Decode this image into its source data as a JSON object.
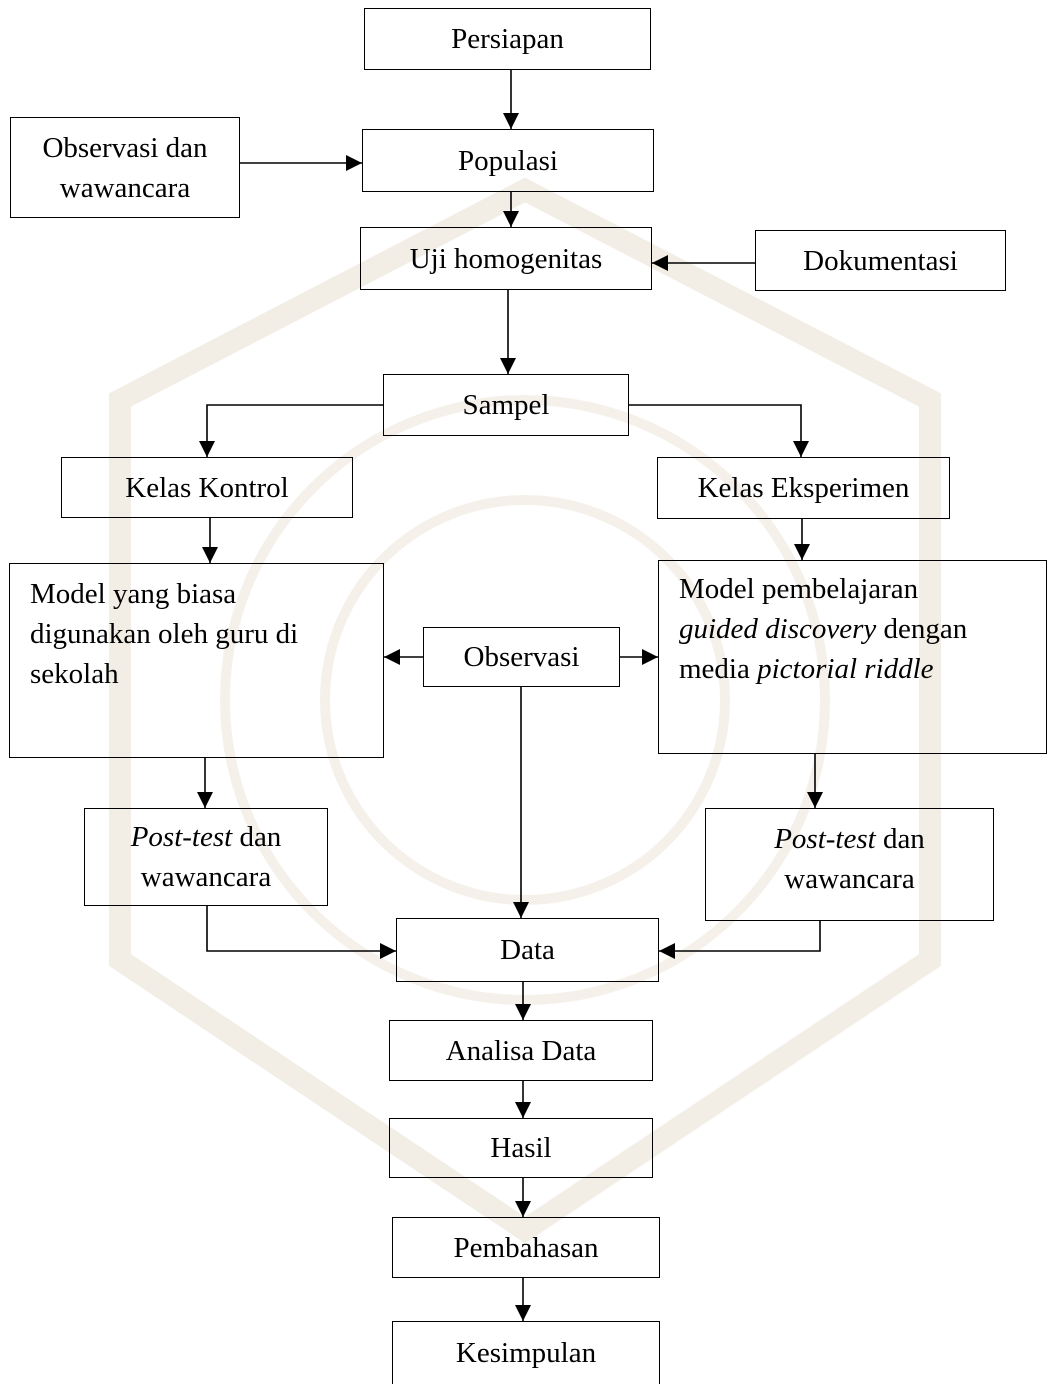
{
  "diagram": {
    "nodes": {
      "persiapan": "Persiapan",
      "observasi_wawancara_1": "Observasi dan",
      "observasi_wawancara_2": "wawancara",
      "populasi": "Populasi",
      "uji_homogenitas": "Uji homogenitas",
      "dokumentasi": "Dokumentasi",
      "sampel": "Sampel",
      "kelas_kontrol": "Kelas Kontrol",
      "kelas_eksperimen": "Kelas Eksperimen",
      "model_kontrol_1": "Model yang biasa",
      "model_kontrol_2": "digunakan oleh guru di",
      "model_kontrol_3": "sekolah",
      "observasi": "Observasi",
      "model_eksp_1": "Model pembelajaran",
      "model_eksp_2a": "guided discovery",
      "model_eksp_2b": " dengan",
      "model_eksp_3a": "media ",
      "model_eksp_3b": "pictorial riddle",
      "posttest_kontrol_1a": "Post-test",
      "posttest_kontrol_1b": " dan",
      "posttest_kontrol_2": "wawancara",
      "posttest_eksp_1a": "Post-test",
      "posttest_eksp_1b": " dan",
      "posttest_eksp_2": "wawancara",
      "data": "Data",
      "analisa_data": "Analisa Data",
      "hasil": "Hasil",
      "pembahasan": "Pembahasan",
      "kesimpulan": "Kesimpulan"
    },
    "edges": [
      {
        "from": "Persiapan",
        "to": "Populasi"
      },
      {
        "from": "Observasi dan wawancara",
        "to": "Populasi"
      },
      {
        "from": "Populasi",
        "to": "Uji homogenitas"
      },
      {
        "from": "Dokumentasi",
        "to": "Uji homogenitas"
      },
      {
        "from": "Uji homogenitas",
        "to": "Sampel"
      },
      {
        "from": "Sampel",
        "to": "Kelas Kontrol"
      },
      {
        "from": "Sampel",
        "to": "Kelas Eksperimen"
      },
      {
        "from": "Kelas Kontrol",
        "to": "Model yang biasa digunakan oleh guru di sekolah"
      },
      {
        "from": "Kelas Eksperimen",
        "to": "Model pembelajaran guided discovery dengan media pictorial riddle"
      },
      {
        "from": "Observasi",
        "to": "Model yang biasa digunakan oleh guru di sekolah"
      },
      {
        "from": "Observasi",
        "to": "Model pembelajaran guided discovery dengan media pictorial riddle"
      },
      {
        "from": "Observasi",
        "to": "Data"
      },
      {
        "from": "Model yang biasa digunakan oleh guru di sekolah",
        "to": "Post-test dan wawancara (kontrol)"
      },
      {
        "from": "Model pembelajaran guided discovery dengan media pictorial riddle",
        "to": "Post-test dan wawancara (eksperimen)"
      },
      {
        "from": "Post-test dan wawancara (kontrol)",
        "to": "Data"
      },
      {
        "from": "Post-test dan wawancara (eksperimen)",
        "to": "Data"
      },
      {
        "from": "Data",
        "to": "Analisa Data"
      },
      {
        "from": "Analisa Data",
        "to": "Hasil"
      },
      {
        "from": "Hasil",
        "to": "Pembahasan"
      },
      {
        "from": "Pembahasan",
        "to": "Kesimpulan"
      }
    ],
    "colors": {
      "stroke": "#000000",
      "background": "#ffffff",
      "watermark": "#f3efe6"
    }
  }
}
